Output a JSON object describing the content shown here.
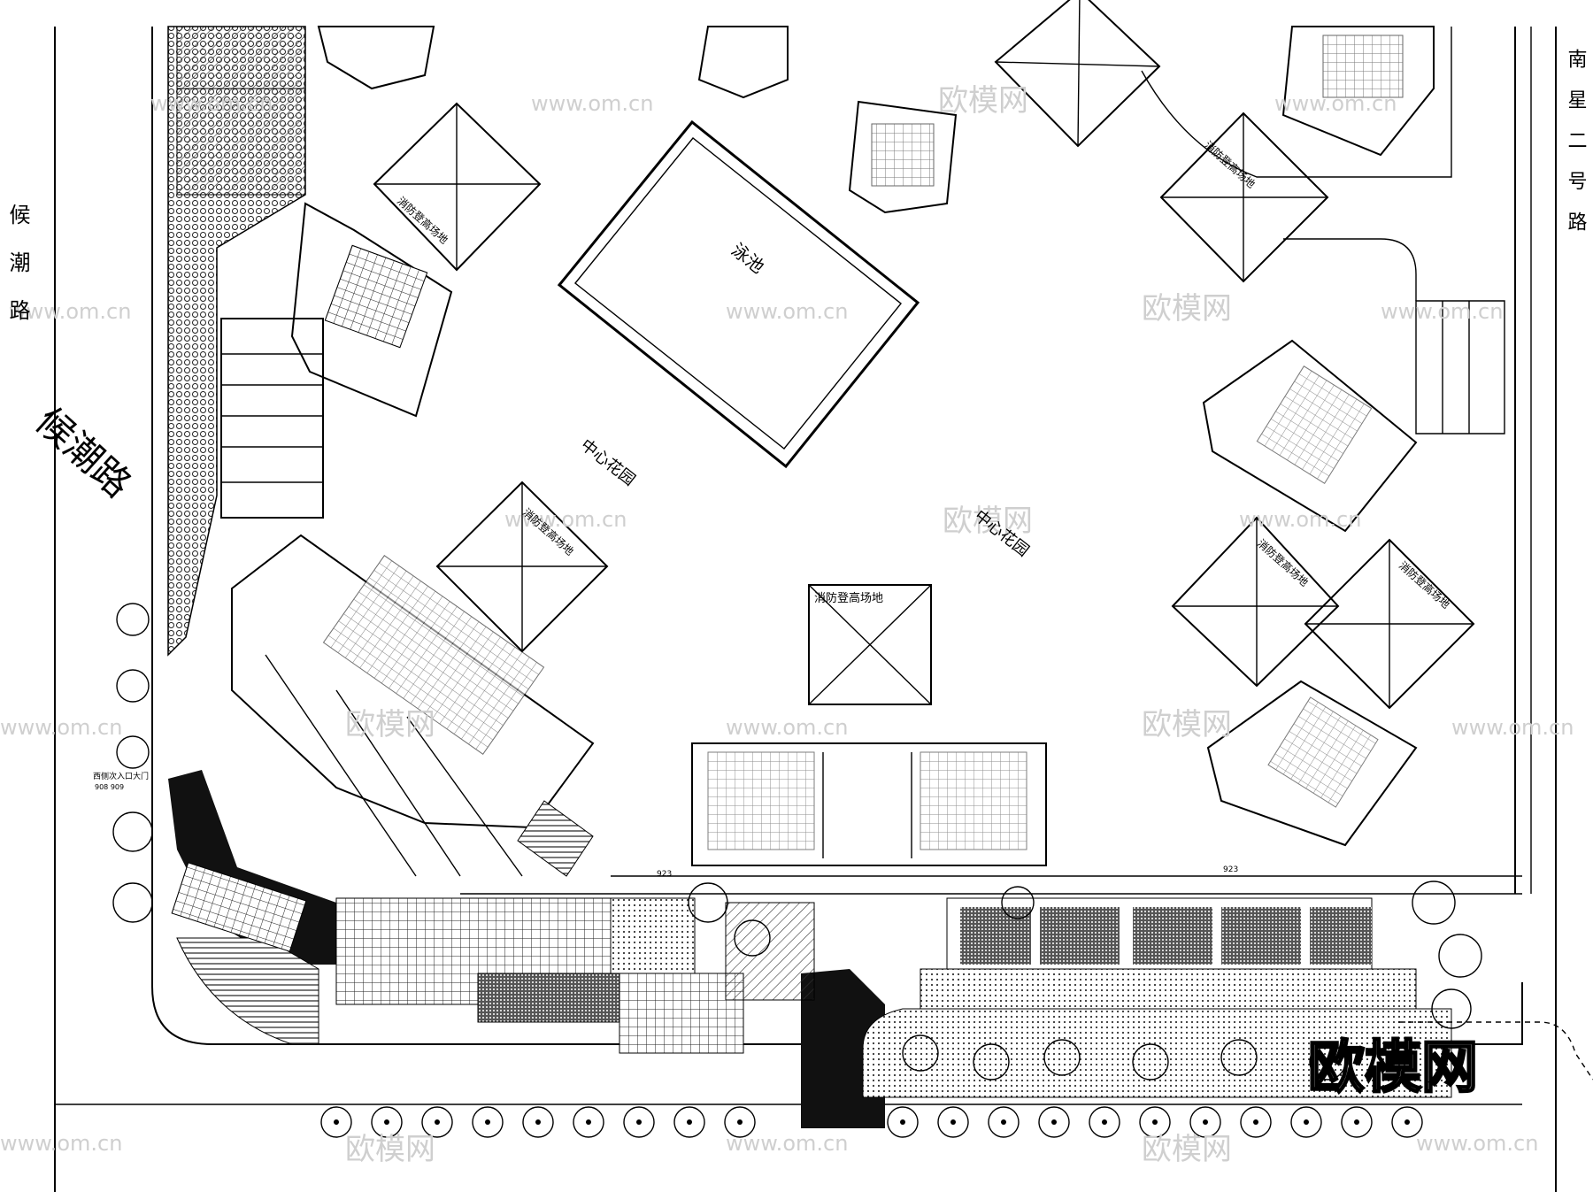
{
  "roads": {
    "left_vertical": "候潮路",
    "left_large": "候潮路",
    "right_vertical": "南星二号路"
  },
  "labels": {
    "pool": "泳池",
    "central_garden_1": "中心花园",
    "central_garden_2": "中心花园",
    "fire_pad": "消防登高场地",
    "west_entrance": "西侧次入口大门",
    "note_left": "908 909",
    "tag_1": "923",
    "tag_2": "923"
  },
  "watermark": {
    "brand": "欧模网",
    "url": "www.om.cn"
  },
  "colors": {
    "line": "#000000",
    "hatch": "#444444",
    "watermark": "#cfcfcf",
    "background": "#ffffff"
  }
}
